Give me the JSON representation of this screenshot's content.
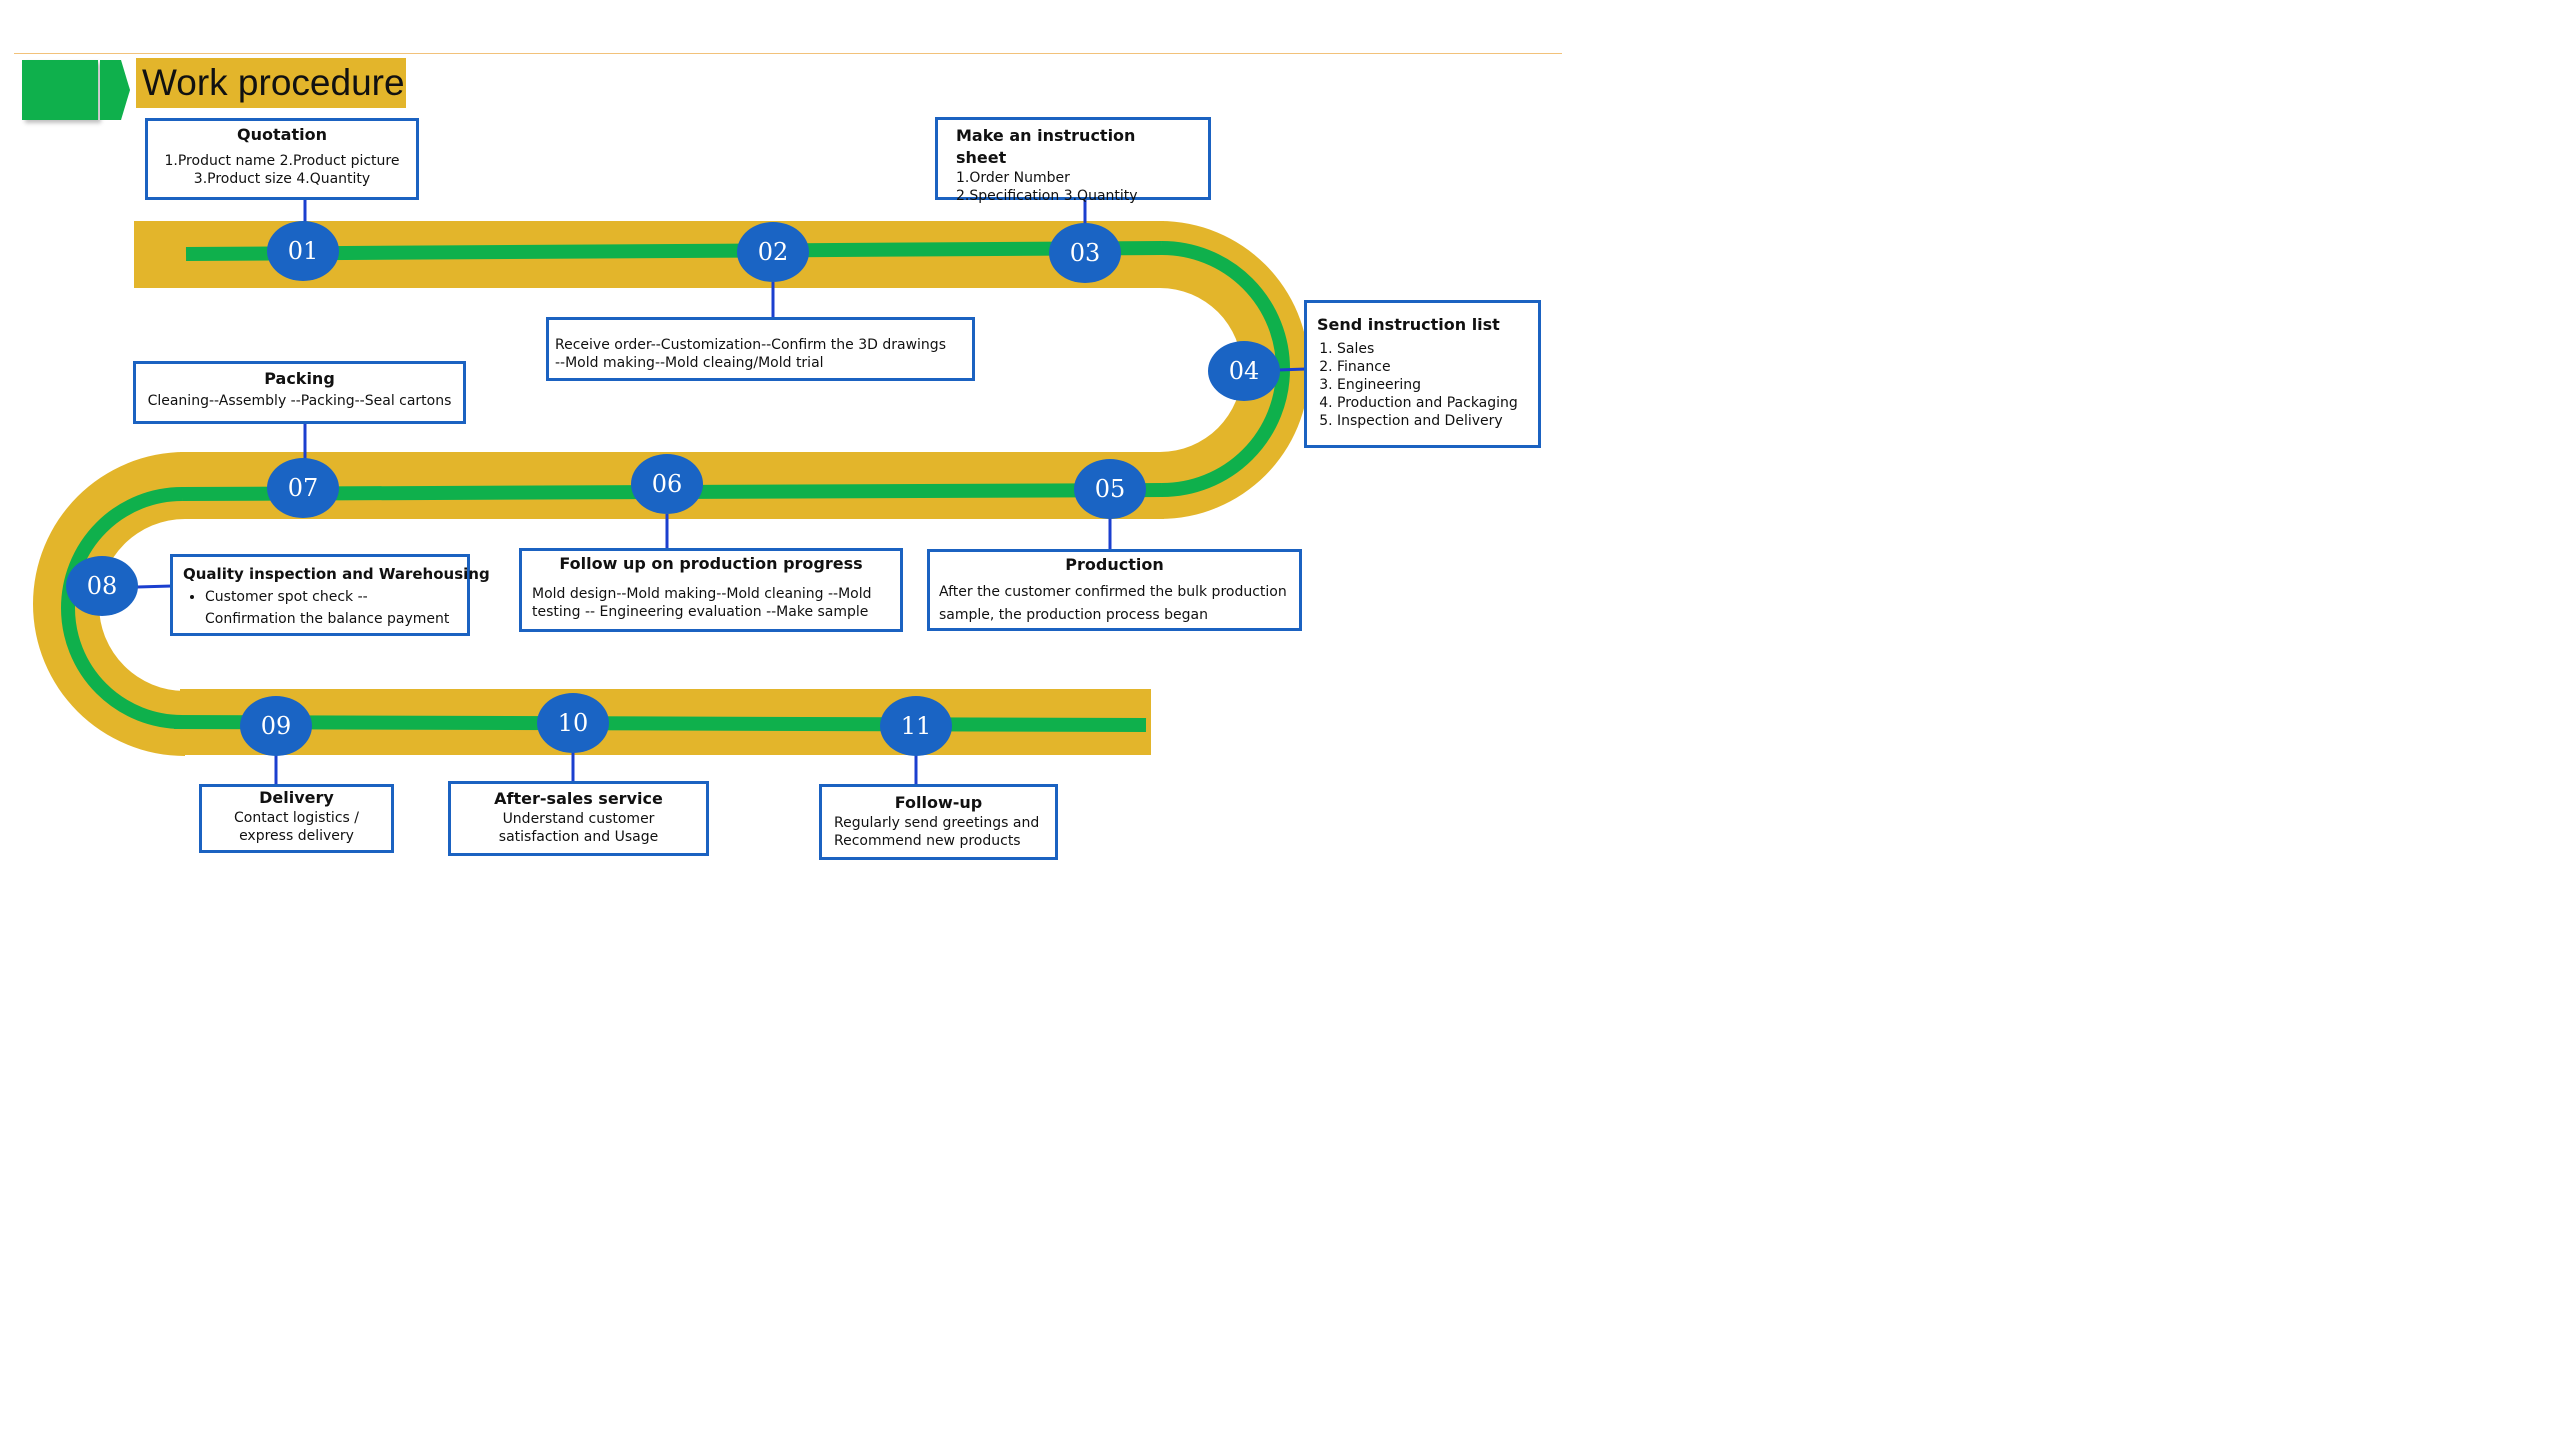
{
  "header": {
    "title": "Work procedure"
  },
  "steps": [
    {
      "number": "01",
      "title": "Quotation",
      "lines": [
        "1.Product name  2.Product picture",
        "3.Product size  4.Quantity"
      ]
    },
    {
      "number": "02",
      "title": "",
      "lines": [
        "Receive order--Customization--Confirm the 3D drawings",
        "--Mold making--Mold cleaing/Mold trial"
      ]
    },
    {
      "number": "03",
      "title": "Make an instruction sheet",
      "lines": [
        "1.Order Number",
        "2.Specification 3.Quantity"
      ]
    },
    {
      "number": "04",
      "title": "Send instruction list",
      "items": [
        "Sales",
        "Finance",
        "Engineering",
        "Production and Packaging",
        "Inspection and Delivery"
      ]
    },
    {
      "number": "05",
      "title": "Production",
      "lines": [
        "After the customer confirmed the bulk production",
        "sample, the production process began"
      ]
    },
    {
      "number": "06",
      "title": "Follow up on production progress",
      "lines": [
        "Mold design--Mold making--Mold cleaning --Mold",
        "testing -- Engineering evaluation --Make sample"
      ]
    },
    {
      "number": "07",
      "title": "Packing",
      "lines": [
        "Cleaning--Assembly --Packing--Seal cartons"
      ]
    },
    {
      "number": "08",
      "title": "Quality inspection and Warehousing",
      "bullets": [
        "Customer spot check --",
        "Confirmation the balance payment"
      ]
    },
    {
      "number": "09",
      "title": "Delivery",
      "lines": [
        "Contact logistics /",
        "express delivery"
      ]
    },
    {
      "number": "10",
      "title": "After-sales service",
      "lines": [
        "Understand customer",
        "satisfaction and Usage"
      ]
    },
    {
      "number": "11",
      "title": "Follow-up",
      "lines": [
        "Regularly send greetings and",
        "Recommend new products"
      ]
    }
  ],
  "colors": {
    "road": "#e3b52b",
    "track": "#0fb04c",
    "node": "#1a64c4",
    "connector": "#1b3fcf",
    "box_border": "#1b62c1"
  }
}
